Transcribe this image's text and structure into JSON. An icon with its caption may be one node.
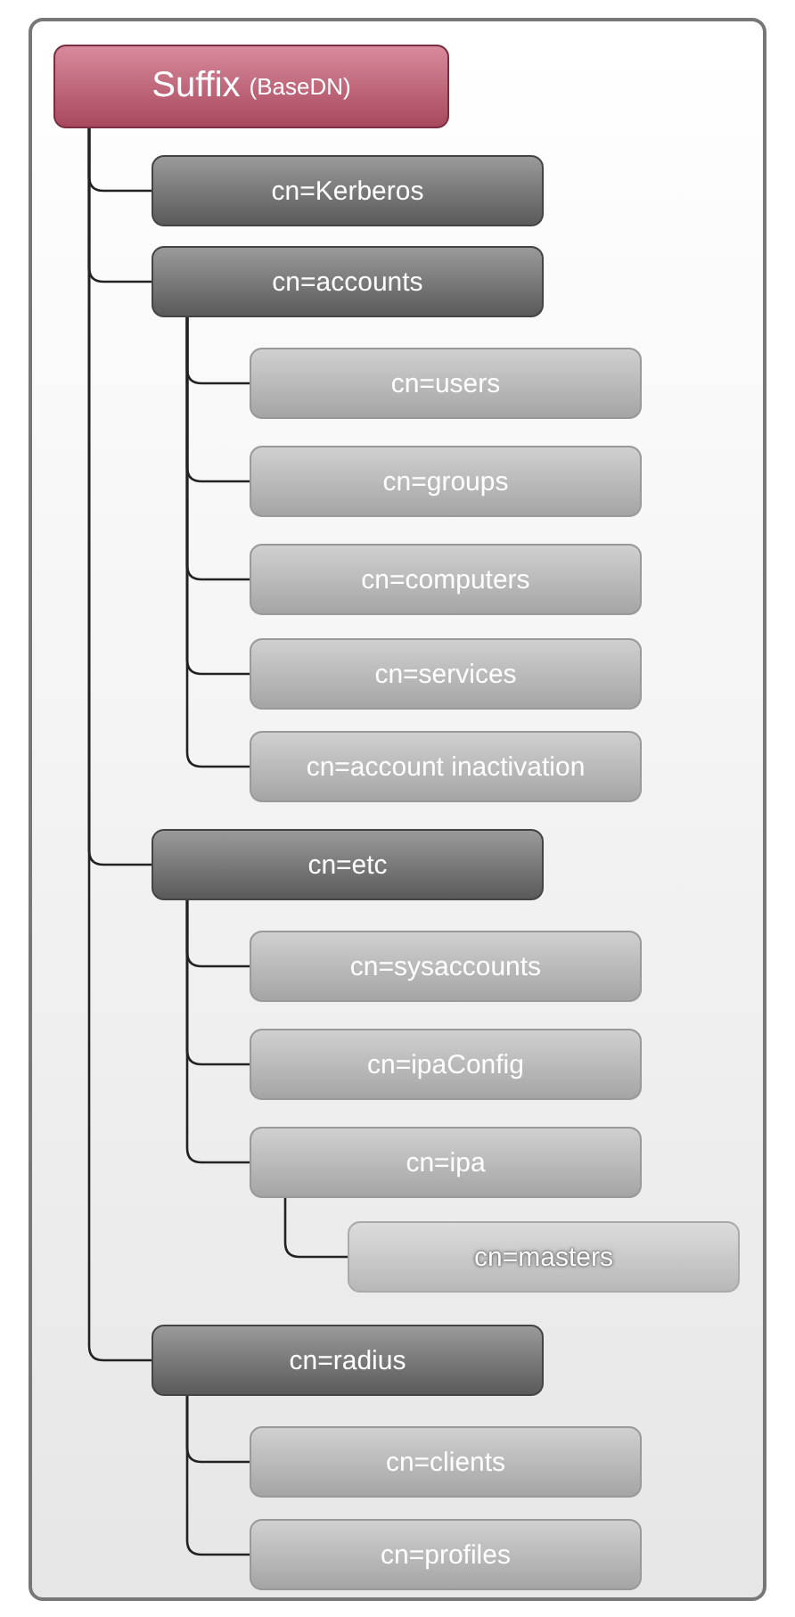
{
  "diagram": {
    "nodes": [
      {
        "text": [
          "Suffix",
          "(BaseDN)"
        ]
      },
      {
        "text": [
          "cn=Kerberos"
        ]
      },
      {
        "text": [
          "cn=accounts"
        ]
      },
      {
        "text": [
          "cn=users"
        ]
      },
      {
        "text": [
          "cn=groups"
        ]
      },
      {
        "text": [
          "cn=computers"
        ]
      },
      {
        "text": [
          "cn=services"
        ]
      },
      {
        "text": [
          "cn=account inactivation"
        ]
      },
      {
        "text": [
          "cn=etc"
        ]
      },
      {
        "text": [
          "cn=sysaccounts"
        ]
      },
      {
        "text": [
          "cn=ipaConfig"
        ]
      },
      {
        "text": [
          "cn=ipa"
        ]
      },
      {
        "text": [
          "cn=masters"
        ]
      },
      {
        "text": [
          "cn=radius"
        ]
      },
      {
        "text": [
          "cn=clients"
        ]
      },
      {
        "text": [
          "cn=profiles"
        ]
      }
    ],
    "edges": [
      {
        "from": 0,
        "to": 1,
        "arrow": "none"
      },
      {
        "from": 0,
        "to": 2,
        "arrow": "none"
      },
      {
        "from": 2,
        "to": 3,
        "arrow": "none"
      },
      {
        "from": 2,
        "to": 4,
        "arrow": "none"
      },
      {
        "from": 2,
        "to": 5,
        "arrow": "none"
      },
      {
        "from": 2,
        "to": 6,
        "arrow": "none"
      },
      {
        "from": 2,
        "to": 7,
        "arrow": "none"
      },
      {
        "from": 0,
        "to": 8,
        "arrow": "none"
      },
      {
        "from": 8,
        "to": 9,
        "arrow": "none"
      },
      {
        "from": 8,
        "to": 10,
        "arrow": "none"
      },
      {
        "from": 8,
        "to": 11,
        "arrow": "none"
      },
      {
        "from": 11,
        "to": 12,
        "arrow": "none"
      },
      {
        "from": 0,
        "to": 13,
        "arrow": "none"
      },
      {
        "from": 13,
        "to": 14,
        "arrow": "none"
      },
      {
        "from": 13,
        "to": 15,
        "arrow": "none"
      }
    ]
  }
}
